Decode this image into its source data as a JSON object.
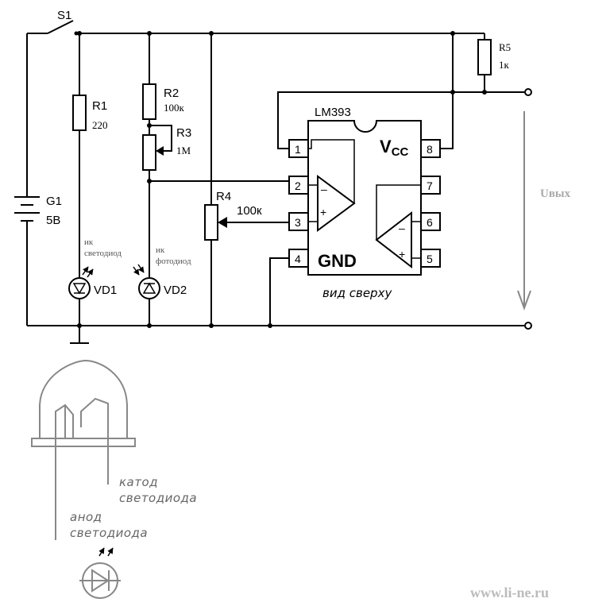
{
  "switch": {
    "label": "S1"
  },
  "battery": {
    "name": "G1",
    "value": "5В"
  },
  "r1": {
    "name": "R1",
    "value": "220"
  },
  "r2": {
    "name": "R2",
    "value": "100к"
  },
  "r3": {
    "name": "R3",
    "value": "1М"
  },
  "r4": {
    "name": "R4",
    "value": "100к"
  },
  "r5": {
    "name": "R5",
    "value": "1к"
  },
  "vd1": {
    "name": "VD1",
    "note_line1": "ик",
    "note_line2": "светодиод"
  },
  "vd2": {
    "name": "VD2",
    "note_line1": "ик",
    "note_line2": "фотодиод"
  },
  "chip": {
    "name": "LM393",
    "vcc_main": "V",
    "vcc_sub": "CC",
    "gnd": "GND",
    "view_note": "вид сверху",
    "pins": [
      "1",
      "2",
      "3",
      "4",
      "5",
      "6",
      "7",
      "8"
    ]
  },
  "output": {
    "label": "Uвых"
  },
  "led_drawing": {
    "cathode_line1": "катод",
    "cathode_line2": "светодиода",
    "anode_line1": "анод",
    "anode_line2": "светодиода"
  },
  "watermark": "www.li-ne.ru"
}
